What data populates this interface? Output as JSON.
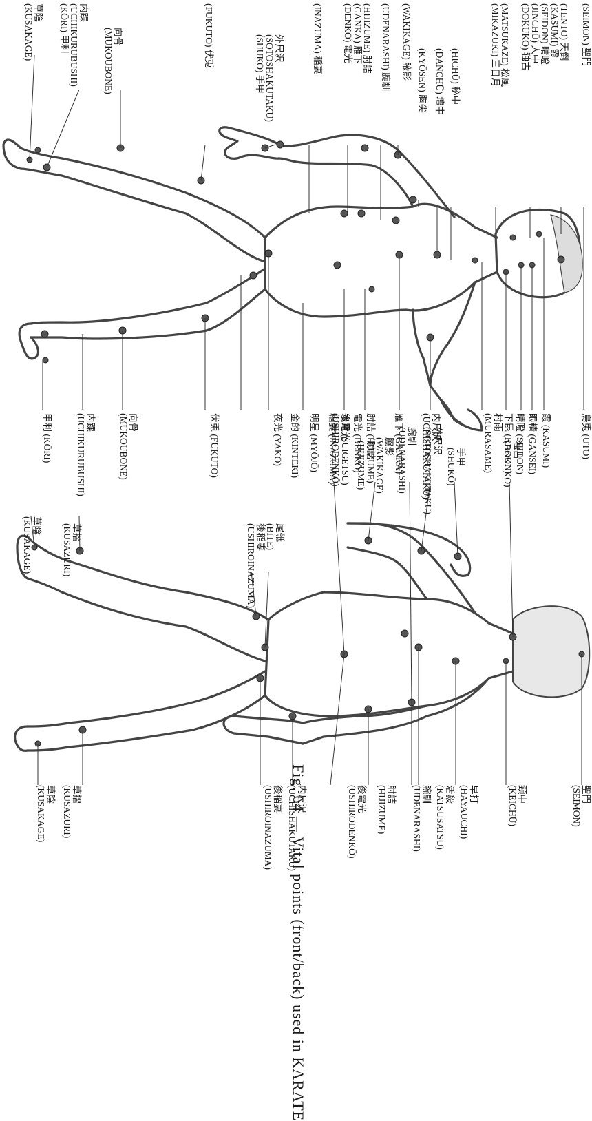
{
  "caption": "Fig. 64 — Vital points (front/back) used in KARATE",
  "front_labels": [
    {
      "name": "seimon",
      "text": "(SEIMON) 聖門"
    },
    {
      "name": "tento-kasumi",
      "text": "(TENTO) 天倒\n(KASUMI) 霞"
    },
    {
      "name": "seidon-jincho-dokuko",
      "text": "(SEIDON) 晴瞪\n(JINCHŪ) 人中\n(DOKUKO) 独古"
    },
    {
      "name": "matsukaze-mikazuki",
      "text": "(MATSUKAZE) 松風\n(MIKAZUKI) 三日月"
    },
    {
      "name": "hicho",
      "text": "(HICHŪ) 秘中"
    },
    {
      "name": "danchu",
      "text": "(DANCHŪ) 壇中"
    },
    {
      "name": "kyosen",
      "text": "(KYŌSEN) 胸尖"
    },
    {
      "name": "wakikage",
      "text": "(WAKIKAGE) 腋影"
    },
    {
      "name": "udenarashi",
      "text": "(UDENARASHI) 腕馴"
    },
    {
      "name": "hijizume-ganka-denko",
      "text": "(HIJIZUME) 肘詰\n(GANKA) 雁下\n(DENKŌ) 電光"
    },
    {
      "name": "inazuma",
      "text": "(INAZUMA) 稲妻"
    },
    {
      "name": "sotoshakutaku-shuko",
      "text": "外尺沢\n(SOTOSHAKUTAKU)\n(SHUKŌ) 手甲"
    },
    {
      "name": "fukuto",
      "text": "(FUKUTO) 伏兎"
    },
    {
      "name": "mukoubone",
      "text": "向骨\n(MUKOUBONE)"
    },
    {
      "name": "uchikurubushi-kori",
      "text": "内踝\n(UCHIKURUBUSHI)\n(KŌRI) 甲利"
    },
    {
      "name": "kusakage",
      "text": "草陰\n(KUSAKAGE)"
    }
  ],
  "front_right_labels": [
    {
      "name": "uto",
      "text": "烏兎 (UTO)"
    },
    {
      "name": "kasumi",
      "text": "霞 (KASUMI)"
    },
    {
      "name": "gansei",
      "text": "眼精 (GANSEI)"
    },
    {
      "name": "seidon",
      "text": "晴瞪 (SEIDON)"
    },
    {
      "name": "kakon",
      "text": "下昆 (KAKON)"
    },
    {
      "name": "murasame",
      "text": "村雨\n(MURASAME)"
    },
    {
      "name": "uchishakutaku",
      "text": "内尺沢\n(UCHISHAKUTAKU)"
    },
    {
      "name": "ganka",
      "text": "雁下 (GANKA)"
    },
    {
      "name": "hijizume",
      "text": "肘詰 (HIJIZUME)"
    },
    {
      "name": "denko",
      "text": "電光 (DENKŌ)"
    },
    {
      "name": "suigetsu",
      "text": "水月 (SUIGETSU)"
    },
    {
      "name": "inazuma",
      "text": "稲妻 (INAZUMA)"
    },
    {
      "name": "myojo",
      "text": "明星 (MYŌJŌ)"
    },
    {
      "name": "kinteki",
      "text": "金的 (KINTEKI)"
    },
    {
      "name": "yako",
      "text": "夜光 (YAKŌ)"
    },
    {
      "name": "fukuto",
      "text": "伏兎 (FUKUTO)"
    },
    {
      "name": "mukoubone",
      "text": "向骨\n(MUKOUBONE)"
    },
    {
      "name": "uchikurubushi",
      "text": "内踝\n(UCHIKURUBUSHI)"
    },
    {
      "name": "kori",
      "text": "甲利 (KŌRI)"
    }
  ],
  "back_left_labels": [
    {
      "name": "dokuko",
      "text": "独古\n(DOKUKO)"
    },
    {
      "name": "shuko",
      "text": "手甲\n(SHUKŌ)"
    },
    {
      "name": "sotoshakutaku",
      "text": "外尺沢\n(SOTOSHAKUTAKU)"
    },
    {
      "name": "udenarashi",
      "text": "腕馴\n(UDENARASHI)"
    },
    {
      "name": "wakikage",
      "text": "脇影\n(WAKIKAGE)"
    },
    {
      "name": "hijizume",
      "text": "肘詰\n(HIJIZUME)"
    },
    {
      "name": "ushirodenko",
      "text": "後電光\n(USHIRODENKŌ)"
    },
    {
      "name": "bite",
      "text": "尾骶\n(BITE)"
    },
    {
      "name": "ushiroinazuma",
      "text": "後稲妻\n(USHIROINAZUMA)"
    },
    {
      "name": "kusazuri",
      "text": "草摺\n(KUSAZURI)"
    },
    {
      "name": "kusakage",
      "text": "草陰\n(KUSAKAGE)"
    }
  ],
  "back_right_labels": [
    {
      "name": "seimon",
      "text": "聖門\n(SEIMON)"
    },
    {
      "name": "keichu",
      "text": "頸中\n(KEICHŪ)"
    },
    {
      "name": "hayauchi",
      "text": "早打\n(HAYAUCHI)"
    },
    {
      "name": "katsusatsu",
      "text": "活殺\n(KATSUSATSU)"
    },
    {
      "name": "udenarashi",
      "text": "腕馴\n(UDENARASHI)"
    },
    {
      "name": "hijizume",
      "text": "肘詰\n(HIJIZUME)"
    },
    {
      "name": "ushirodenko",
      "text": "後電光\n(USHIRODENKŌ)"
    },
    {
      "name": "uchishakutaku",
      "text": "内尺沢\n(UCHISHAKUTAKU)"
    },
    {
      "name": "ushiroinazuma",
      "text": "後稲妻\n(USHIROINAZUMA)"
    },
    {
      "name": "kusazuri",
      "text": "草摺\n(KUSAZURI)"
    },
    {
      "name": "kusakage",
      "text": "草陰\n(KUSAKAGE)"
    }
  ]
}
